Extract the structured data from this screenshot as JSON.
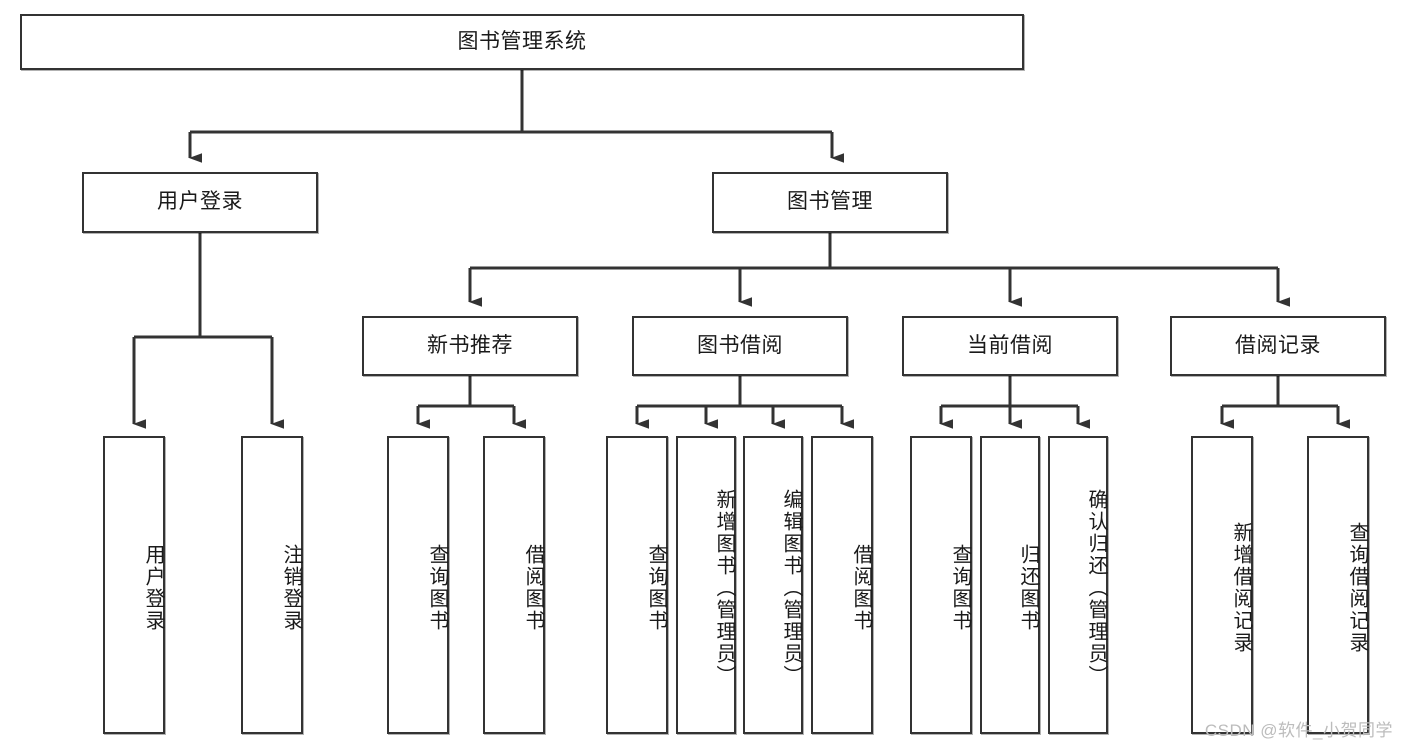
{
  "diagram": {
    "title": "图书管理系统",
    "type": "tree-hierarchy",
    "root": {
      "label": "图书管理系统"
    },
    "level2": [
      {
        "label": "用户登录"
      },
      {
        "label": "图书管理"
      }
    ],
    "level3": [
      {
        "label": "新书推荐"
      },
      {
        "label": "图书借阅"
      },
      {
        "label": "当前借阅"
      },
      {
        "label": "借阅记录"
      }
    ],
    "leaves": {
      "user_login": [
        {
          "label": "用户登录"
        },
        {
          "label": "注销登录"
        }
      ],
      "new_book_recommend": [
        {
          "label": "查询图书"
        },
        {
          "label": "借阅图书"
        }
      ],
      "book_borrow": [
        {
          "label": "查询图书"
        },
        {
          "label": "新增图书（管理员）"
        },
        {
          "label": "编辑图书（管理员）"
        },
        {
          "label": "借阅图书"
        }
      ],
      "current_borrow": [
        {
          "label": "查询图书"
        },
        {
          "label": "归还图书"
        },
        {
          "label": "确认归还（管理员）"
        }
      ],
      "borrow_record": [
        {
          "label": "新增借阅记录"
        },
        {
          "label": "查询借阅记录"
        }
      ]
    }
  },
  "watermark": {
    "text": "CSDN @软件_小贺同学"
  },
  "colors": {
    "box_border": "#333333",
    "box_fill": "#ffffff",
    "connector": "#333333",
    "text": "#1a1a1a",
    "watermark": "#bcbcbc"
  }
}
